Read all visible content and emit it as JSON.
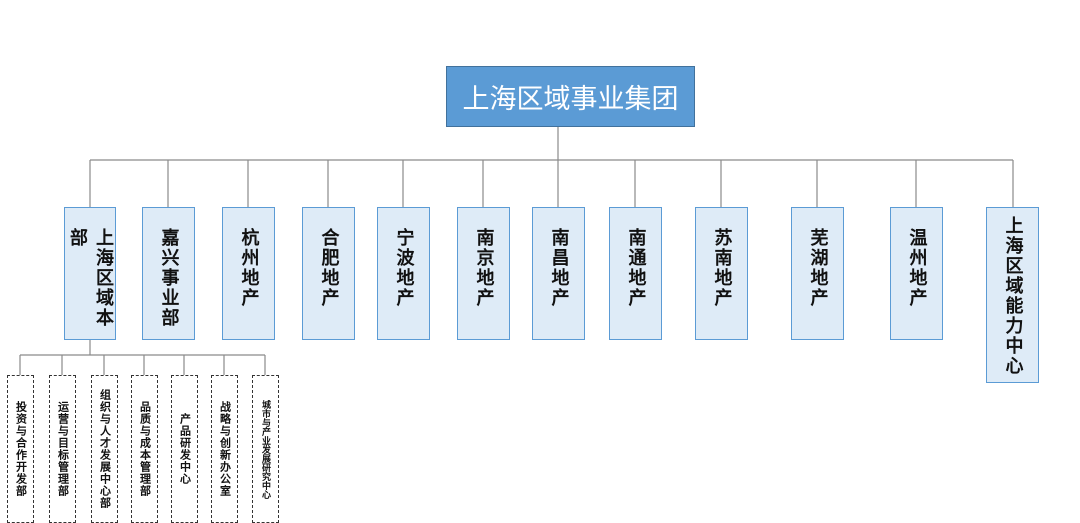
{
  "root": {
    "label": "上海区域事业集团"
  },
  "units": [
    {
      "id": "hq",
      "label": "上海区域本部"
    },
    {
      "id": "jiaxing",
      "label": "嘉兴事业部"
    },
    {
      "id": "hangzhou",
      "label": "杭州地产"
    },
    {
      "id": "hefei",
      "label": "合肥地产"
    },
    {
      "id": "ningbo",
      "label": "宁波地产"
    },
    {
      "id": "nanjing",
      "label": "南京地产"
    },
    {
      "id": "nanchang",
      "label": "南昌地产"
    },
    {
      "id": "nantong",
      "label": "南通地产"
    },
    {
      "id": "sunan",
      "label": "苏南地产"
    },
    {
      "id": "wuhu",
      "label": "芜湖地产"
    },
    {
      "id": "wenzhou",
      "label": "温州地产"
    },
    {
      "id": "capability",
      "label": "上海区域能力中心"
    }
  ],
  "departments": [
    {
      "id": "investment",
      "label": "投资与合作开发部"
    },
    {
      "id": "operations",
      "label": "运营与目标管理部"
    },
    {
      "id": "talent",
      "label": "组织与人才发展中心部"
    },
    {
      "id": "quality",
      "label": "品质与成本管理部"
    },
    {
      "id": "product",
      "label": "产品研发中心"
    },
    {
      "id": "strategy",
      "label": "战略与创新办公室"
    },
    {
      "id": "urban",
      "label": "城市与产业发展研究中心"
    }
  ]
}
